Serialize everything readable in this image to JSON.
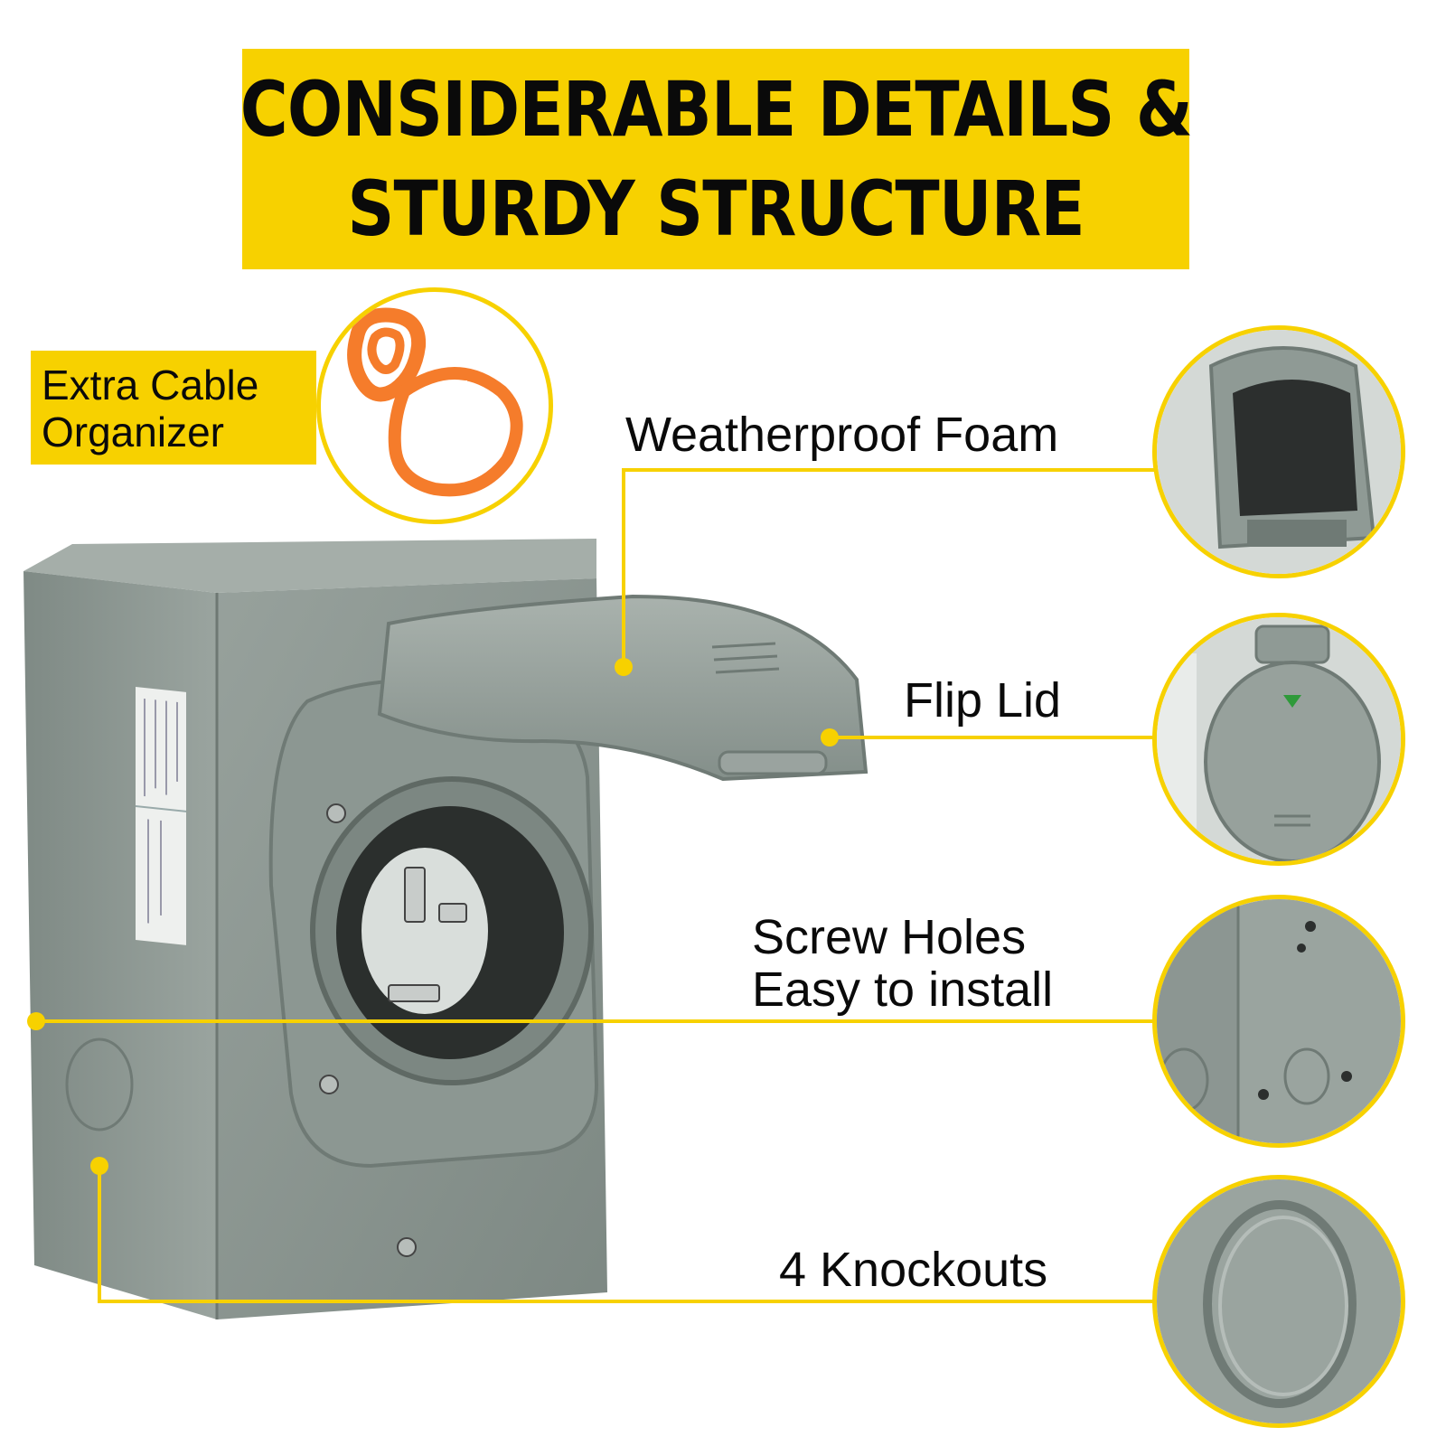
{
  "banner": {
    "line1": "CONSIDERABLE DETAILS &",
    "line2": "STURDY STRUCTURE"
  },
  "organizer": {
    "line1": "Extra Cable",
    "line2": "Organizer"
  },
  "callouts": {
    "foam": "Weatherproof Foam",
    "lid": "Flip Lid",
    "screw_line1": "Screw Holes",
    "screw_line2": "Easy to install",
    "knockouts": "4 Knockouts"
  },
  "colors": {
    "accent": "#f7d100",
    "enclosure": "#8f9a95",
    "organizer": "#f57c2b"
  }
}
